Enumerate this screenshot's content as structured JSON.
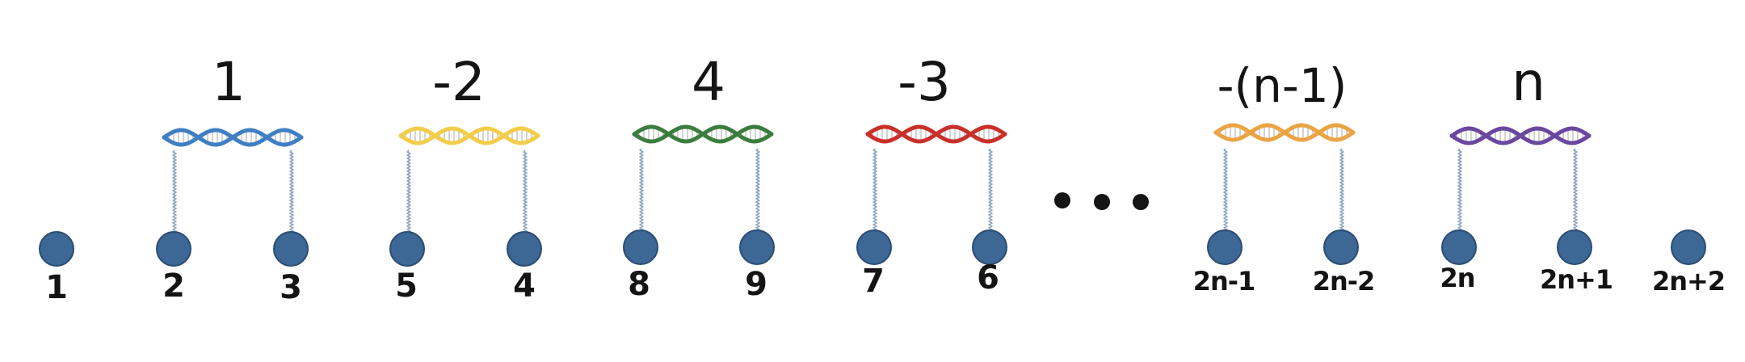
{
  "colors": {
    "bead_fill": "#3d6794",
    "tether": "#8ea6c2",
    "text": "#141414"
  },
  "beads": [
    {
      "label": "1"
    },
    {
      "label": "2"
    },
    {
      "label": "3"
    },
    {
      "label": "5"
    },
    {
      "label": "4"
    },
    {
      "label": "8"
    },
    {
      "label": "9"
    },
    {
      "label": "7"
    },
    {
      "label": "6"
    },
    {
      "label": "2n-1"
    },
    {
      "label": "2n-2"
    },
    {
      "label": "2n"
    },
    {
      "label": "2n+1"
    },
    {
      "label": "2n+2"
    }
  ],
  "links": [
    {
      "weight": "1",
      "color": "#3f7fc4"
    },
    {
      "weight": "-2",
      "color": "#f2cd4a"
    },
    {
      "weight": "4",
      "color": "#3b7d3f"
    },
    {
      "weight": "-3",
      "color": "#c9302a"
    },
    {
      "weight": "-(n-1)",
      "color": "#eba444"
    },
    {
      "weight": "n",
      "color": "#6a47a0"
    }
  ],
  "ellipsis_icon": "three-dots"
}
